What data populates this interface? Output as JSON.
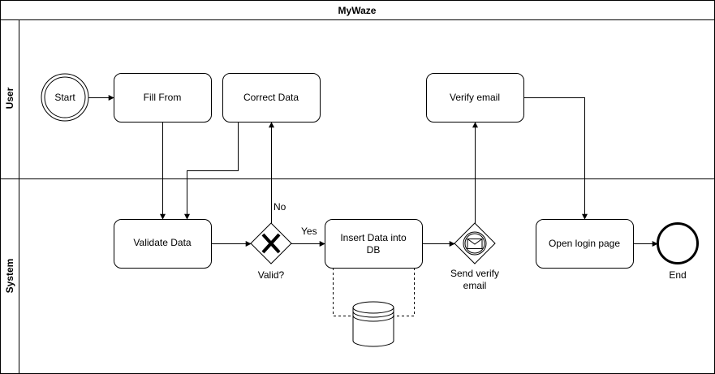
{
  "diagram": {
    "title": "MyWaze",
    "lanes": {
      "user": "User",
      "system": "System"
    },
    "nodes": {
      "start": "Start",
      "fill_form": "Fill From",
      "correct_data": "Correct Data",
      "verify_email": "Verify email",
      "validate_data": "Validate Data",
      "gateway": "Valid?",
      "insert_line1": "Insert Data into",
      "insert_line2": "DB",
      "send_verify_line1": "Send verify",
      "send_verify_line2": "email",
      "open_login": "Open login page",
      "end": "End"
    },
    "edges": {
      "no": "No",
      "yes": "Yes"
    }
  }
}
